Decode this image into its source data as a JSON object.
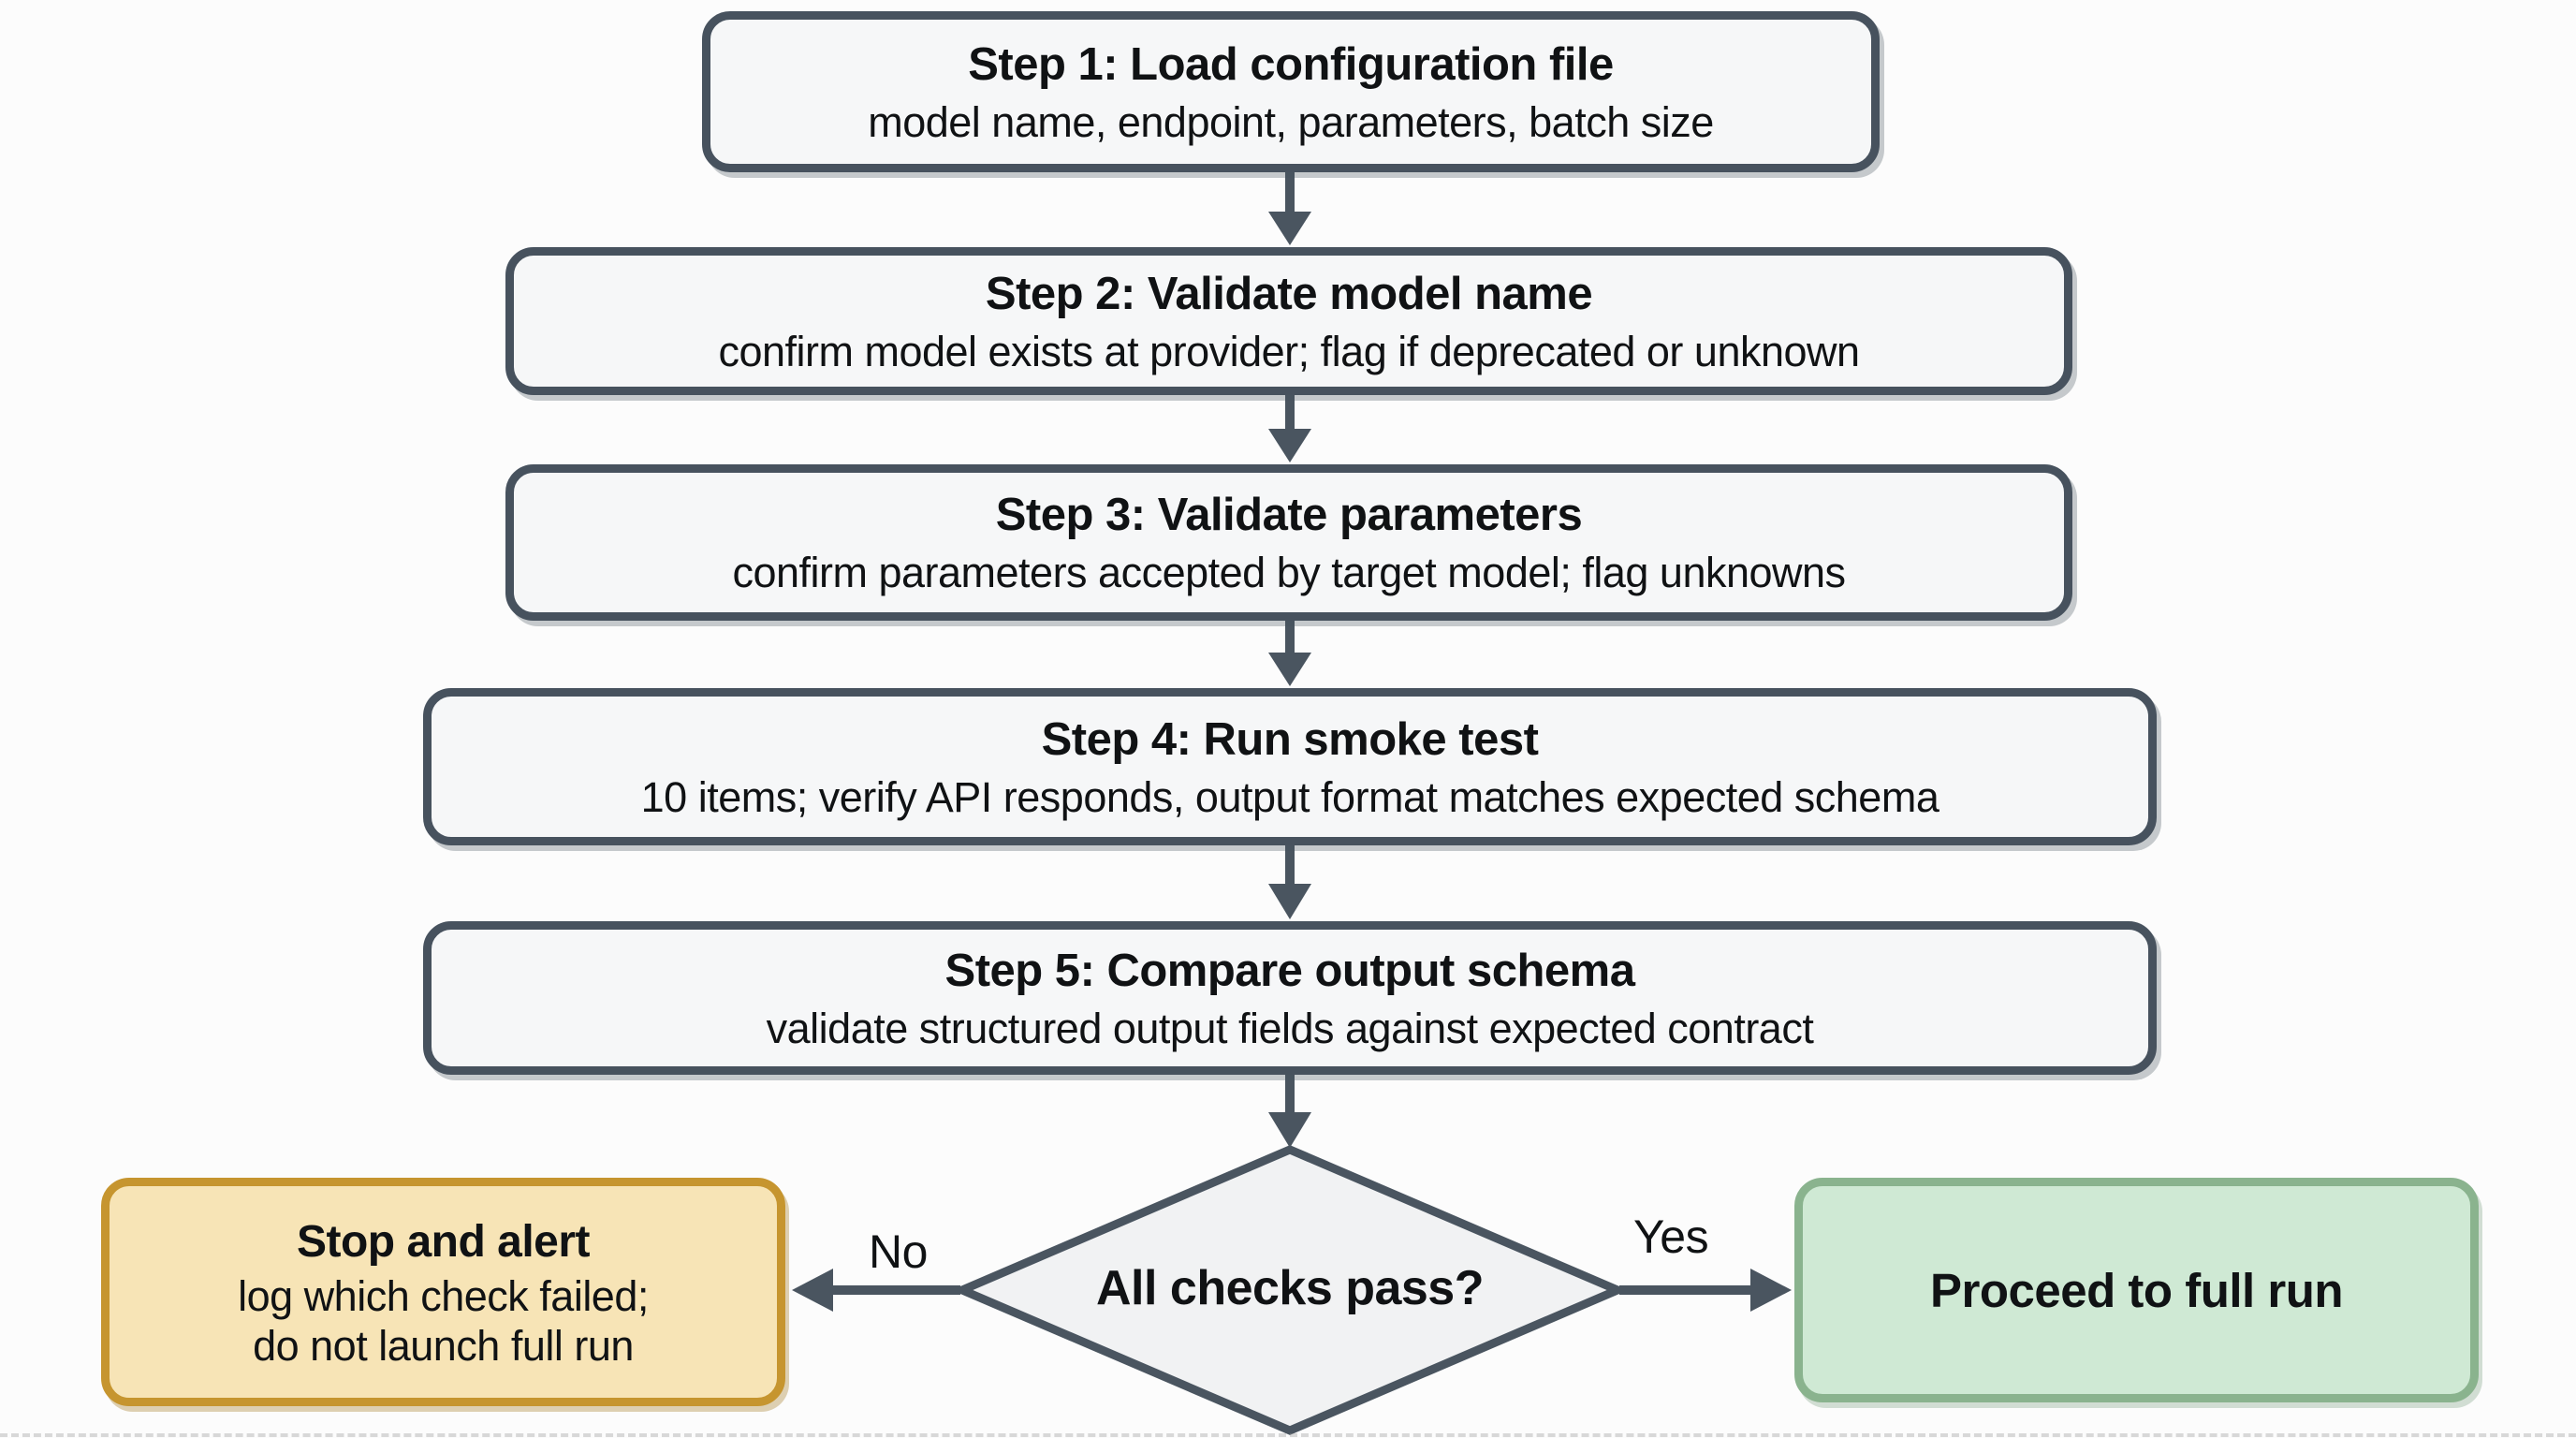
{
  "colors": {
    "node-border": "#47525e",
    "node-fill": "#f6f7f8",
    "diamond-fill": "#f1f2f3",
    "arrow": "#4a5560",
    "stop-border": "#c6952f",
    "stop-fill": "#f7e4b6",
    "go-border": "#8ab38e",
    "go-fill": "#cfe9d4",
    "text": "#101214"
  },
  "steps": [
    {
      "title": "Step 1: Load configuration file",
      "subtitle": "model name, endpoint, parameters, batch size"
    },
    {
      "title": "Step 2: Validate model name",
      "subtitle": "confirm model exists at provider; flag if deprecated or unknown"
    },
    {
      "title": "Step 3: Validate parameters",
      "subtitle": "confirm parameters accepted by target model; flag unknowns"
    },
    {
      "title": "Step 4: Run smoke test",
      "subtitle": "10 items; verify API responds, output format matches expected schema"
    },
    {
      "title": "Step 5: Compare output schema",
      "subtitle": "validate structured output fields against expected contract"
    }
  ],
  "decision": {
    "label": "All checks pass?"
  },
  "branches": {
    "no_label": "No",
    "yes_label": "Yes"
  },
  "outcomes": {
    "stop": {
      "title": "Stop and alert",
      "line1": "log which check failed;",
      "line2": "do not launch full run"
    },
    "proceed": {
      "title": "Proceed to full run"
    }
  }
}
